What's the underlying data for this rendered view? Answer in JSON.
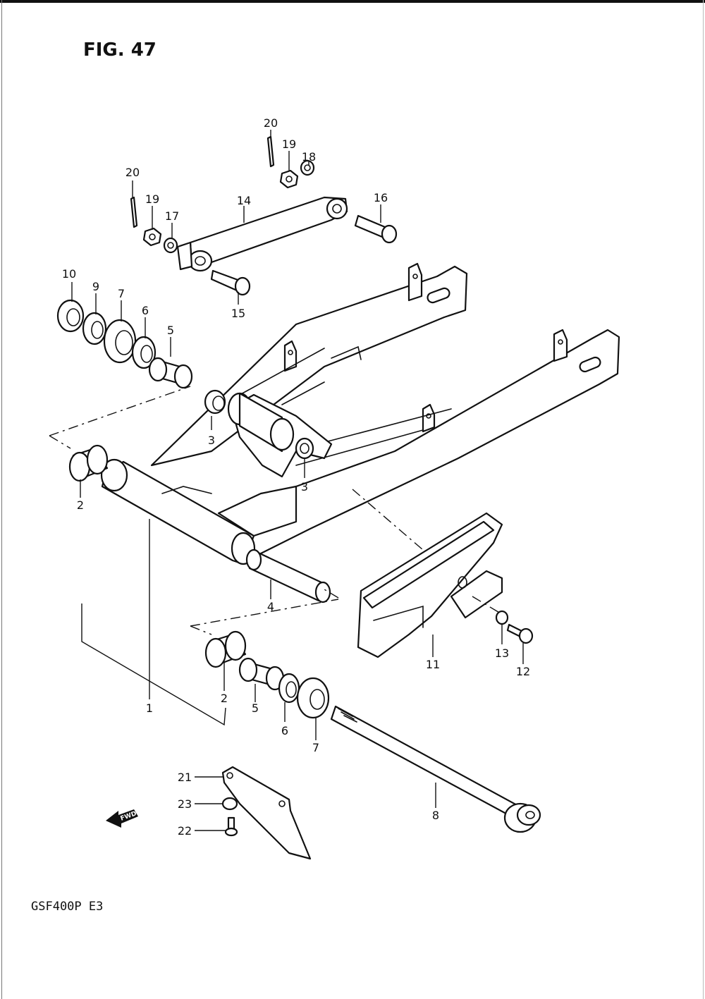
{
  "figure": {
    "title": "FIG. 47",
    "model": "GSF400P  E3"
  },
  "fwd_label": "FWD",
  "callouts": [
    {
      "id": "c1",
      "text": "1"
    },
    {
      "id": "c2a",
      "text": "2"
    },
    {
      "id": "c2b",
      "text": "2"
    },
    {
      "id": "c3a",
      "text": "3"
    },
    {
      "id": "c3b",
      "text": "3"
    },
    {
      "id": "c4",
      "text": "4"
    },
    {
      "id": "c5a",
      "text": "5"
    },
    {
      "id": "c5b",
      "text": "5"
    },
    {
      "id": "c6a",
      "text": "6"
    },
    {
      "id": "c6b",
      "text": "6"
    },
    {
      "id": "c7a",
      "text": "7"
    },
    {
      "id": "c7b",
      "text": "7"
    },
    {
      "id": "c8",
      "text": "8"
    },
    {
      "id": "c9",
      "text": "9"
    },
    {
      "id": "c10",
      "text": "10"
    },
    {
      "id": "c11",
      "text": "11"
    },
    {
      "id": "c12",
      "text": "12"
    },
    {
      "id": "c13",
      "text": "13"
    },
    {
      "id": "c14",
      "text": "14"
    },
    {
      "id": "c15",
      "text": "15"
    },
    {
      "id": "c16",
      "text": "16"
    },
    {
      "id": "c17",
      "text": "17"
    },
    {
      "id": "c18",
      "text": "18"
    },
    {
      "id": "c19a",
      "text": "19"
    },
    {
      "id": "c19b",
      "text": "19"
    },
    {
      "id": "c20a",
      "text": "20"
    },
    {
      "id": "c20b",
      "text": "20"
    },
    {
      "id": "c21",
      "text": "21"
    },
    {
      "id": "c22",
      "text": "22"
    },
    {
      "id": "c23",
      "text": "23"
    }
  ]
}
